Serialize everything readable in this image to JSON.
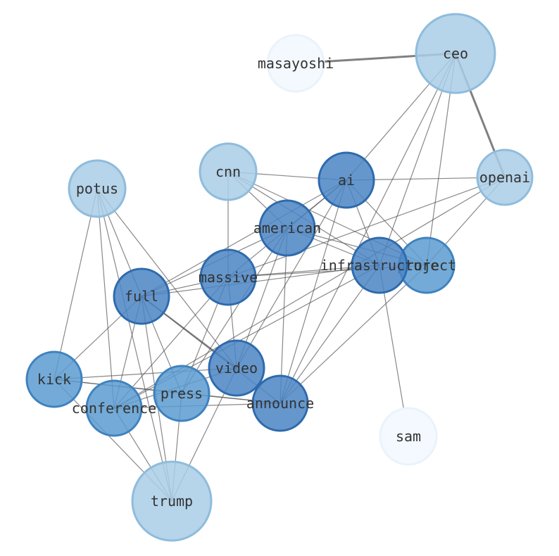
{
  "graph": {
    "colors": {
      "edge": "#555555",
      "dark": "#4a85c4",
      "dark_stroke": "#2e6aad",
      "medium": "#5b9bd0",
      "medium_stroke": "#3f82bf",
      "light": "#a9cde6",
      "light_stroke": "#8fbcdc",
      "faint": "#f4f9ff",
      "faint_stroke": "#eaf3fc"
    },
    "nodes": [
      {
        "id": "masayoshi",
        "label": "masayoshi",
        "shade": "faint"
      },
      {
        "id": "ceo",
        "label": "ceo",
        "shade": "light"
      },
      {
        "id": "cnn",
        "label": "cnn",
        "shade": "light"
      },
      {
        "id": "ai",
        "label": "ai",
        "shade": "dark"
      },
      {
        "id": "openai",
        "label": "openai",
        "shade": "light"
      },
      {
        "id": "potus",
        "label": "potus",
        "shade": "light"
      },
      {
        "id": "american",
        "label": "american",
        "shade": "dark"
      },
      {
        "id": "massive",
        "label": "massive",
        "shade": "dark"
      },
      {
        "id": "infrastructure",
        "label": "infrastructure",
        "shade": "dark"
      },
      {
        "id": "project",
        "label": "project",
        "shade": "medium"
      },
      {
        "id": "full",
        "label": "full",
        "shade": "dark"
      },
      {
        "id": "video",
        "label": "video",
        "shade": "dark"
      },
      {
        "id": "kick",
        "label": "kick",
        "shade": "medium"
      },
      {
        "id": "press",
        "label": "press",
        "shade": "medium"
      },
      {
        "id": "announce",
        "label": "announce",
        "shade": "dark"
      },
      {
        "id": "conference",
        "label": "conference",
        "shade": "medium"
      },
      {
        "id": "sam",
        "label": "sam",
        "shade": "faint"
      },
      {
        "id": "trump",
        "label": "trump",
        "shade": "light"
      }
    ],
    "edges": [
      [
        "masayoshi",
        "ceo",
        3
      ],
      [
        "ceo",
        "openai",
        3
      ],
      [
        "ceo",
        "ai",
        1
      ],
      [
        "ceo",
        "project",
        1
      ],
      [
        "ceo",
        "announce",
        1
      ],
      [
        "ceo",
        "infrastructure",
        1
      ],
      [
        "openai",
        "ai",
        1
      ],
      [
        "openai",
        "massive",
        1
      ],
      [
        "openai",
        "project",
        1
      ],
      [
        "openai",
        "conference",
        1
      ],
      [
        "cnn",
        "ai",
        1
      ],
      [
        "cnn",
        "american",
        1
      ],
      [
        "cnn",
        "infrastructure",
        1
      ],
      [
        "cnn",
        "project",
        1
      ],
      [
        "cnn",
        "massive",
        1
      ],
      [
        "ai",
        "american",
        1
      ],
      [
        "ai",
        "full",
        1
      ],
      [
        "ai",
        "video",
        1
      ],
      [
        "ai",
        "announce",
        1
      ],
      [
        "ai",
        "project",
        1
      ],
      [
        "ai",
        "infrastructure",
        1
      ],
      [
        "ai",
        "massive",
        1
      ],
      [
        "american",
        "infrastructure",
        1
      ],
      [
        "american",
        "project",
        1
      ],
      [
        "american",
        "full",
        1
      ],
      [
        "american",
        "video",
        1
      ],
      [
        "american",
        "press",
        1
      ],
      [
        "american",
        "announce",
        1
      ],
      [
        "massive",
        "infrastructure",
        1
      ],
      [
        "massive",
        "full",
        1
      ],
      [
        "massive",
        "video",
        1
      ],
      [
        "massive",
        "press",
        1
      ],
      [
        "massive",
        "conference",
        1
      ],
      [
        "massive",
        "project",
        1
      ],
      [
        "infrastructure",
        "full",
        1
      ],
      [
        "infrastructure",
        "announce",
        1
      ],
      [
        "infrastructure",
        "sam",
        1
      ],
      [
        "infrastructure",
        "conference",
        1
      ],
      [
        "project",
        "announce",
        1
      ],
      [
        "potus",
        "full",
        1
      ],
      [
        "potus",
        "video",
        1
      ],
      [
        "potus",
        "kick",
        1
      ],
      [
        "potus",
        "conference",
        1
      ],
      [
        "potus",
        "trump",
        1
      ],
      [
        "full",
        "kick",
        1
      ],
      [
        "full",
        "video",
        2
      ],
      [
        "full",
        "conference",
        1
      ],
      [
        "full",
        "press",
        1
      ],
      [
        "full",
        "trump",
        1
      ],
      [
        "full",
        "announce",
        1
      ],
      [
        "kick",
        "press",
        1
      ],
      [
        "kick",
        "announce",
        1
      ],
      [
        "kick",
        "trump",
        1
      ],
      [
        "kick",
        "video",
        1
      ],
      [
        "press",
        "announce",
        1
      ],
      [
        "press",
        "trump",
        1
      ],
      [
        "video",
        "conference",
        1
      ],
      [
        "video",
        "trump",
        1
      ],
      [
        "announce",
        "conference",
        1
      ],
      [
        "conference",
        "trump",
        1
      ]
    ]
  }
}
